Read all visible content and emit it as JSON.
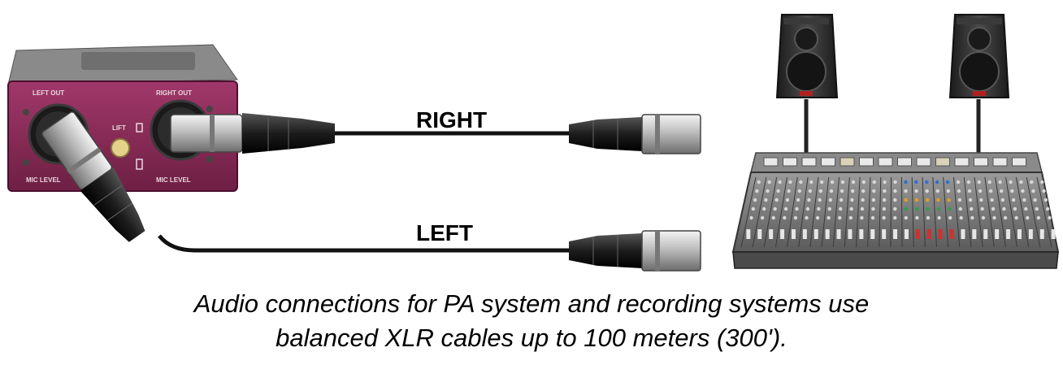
{
  "labels": {
    "right": "RIGHT",
    "left": "LEFT"
  },
  "di_box": {
    "left_out": "LEFT OUT",
    "right_out": "RIGHT OUT",
    "lift": "LIFT",
    "mic_level_left": "MIC LEVEL",
    "mic_level_right": "MIC LEVEL"
  },
  "caption": {
    "line1": "Audio connections for PA system and recording systems use",
    "line2": "balanced XLR cables up to 100 meters (300')."
  },
  "colors": {
    "di_box_body": "#8a2a55",
    "cable": "#111111",
    "connector": "#2a2a2a",
    "speaker": "#2b2b2b",
    "mixer": "#7a7a7a"
  }
}
